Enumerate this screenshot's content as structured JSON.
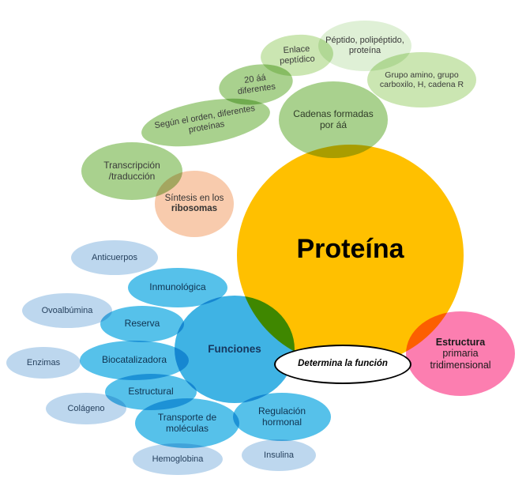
{
  "title": "Proteína concept map",
  "colors": {
    "orange": "#FFC000",
    "green_pale": "#DFF0D6",
    "green_light": "#CBE6B2",
    "green_medium": "#A9D18E",
    "peach": "#F8CBAD",
    "blue_pale": "#BDD7EE",
    "blue_medium": "#56C1EA",
    "blue_strong": "#3FB3E4",
    "pink": "#FC7EB0",
    "white_node_border": "#000000"
  },
  "center": {
    "label": "Proteína"
  },
  "nodes": {
    "peptido": {
      "label": "Péptido, polipéptido, proteína"
    },
    "enlace": {
      "label": "Enlace peptídico"
    },
    "grupo": {
      "label": "Grupo amino, grupo carboxilo, H, cadena R"
    },
    "aa20": {
      "label": "20 áá diferentes"
    },
    "segun": {
      "label": "Según el orden, diferentes proteínas"
    },
    "cadenas": {
      "label": "Cadenas formadas por áá"
    },
    "transcripcion": {
      "label": "Transcripción /traducción"
    },
    "sintesis": {
      "label_top": "Síntesis en los",
      "label_bold": "ribosomas"
    },
    "anticuerpos": {
      "label": "Anticuerpos"
    },
    "inmunologica": {
      "label": "Inmunológica"
    },
    "ovoalbumina": {
      "label": "Ovoalbúmina"
    },
    "reserva": {
      "label": "Reserva"
    },
    "enzimas": {
      "label": "Enzimas"
    },
    "biocatalizadora": {
      "label": "Biocatalizadora"
    },
    "colageno": {
      "label": "Colágeno"
    },
    "estructural": {
      "label": "Estructural"
    },
    "funciones": {
      "label": "Funciones"
    },
    "transporte": {
      "label": "Transporte de moléculas"
    },
    "hemoglobina": {
      "label": "Hemoglobina"
    },
    "regulacion": {
      "label": "Regulación hormonal"
    },
    "insulina": {
      "label": "Insulina"
    },
    "determina": {
      "label": "Determina la función"
    },
    "estructura": {
      "label_bold": "Estructura",
      "label_rest": "primaria tridimensional"
    }
  }
}
